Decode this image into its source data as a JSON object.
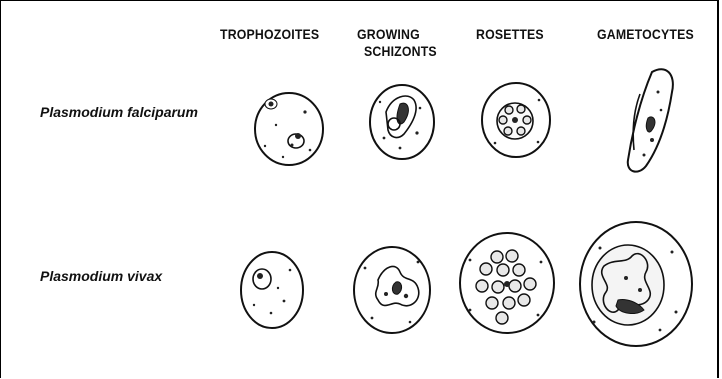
{
  "headers": {
    "trophozoites": "TROPHOZOITES",
    "growing_line1": "GROWING",
    "growing_line2": "SCHIZONTS",
    "rosettes": "ROSETTES",
    "gametocytes": "GAMETOCYTES"
  },
  "species": {
    "falciparum": "Plasmodium falciparum",
    "vivax": "Plasmodium vivax"
  }
}
